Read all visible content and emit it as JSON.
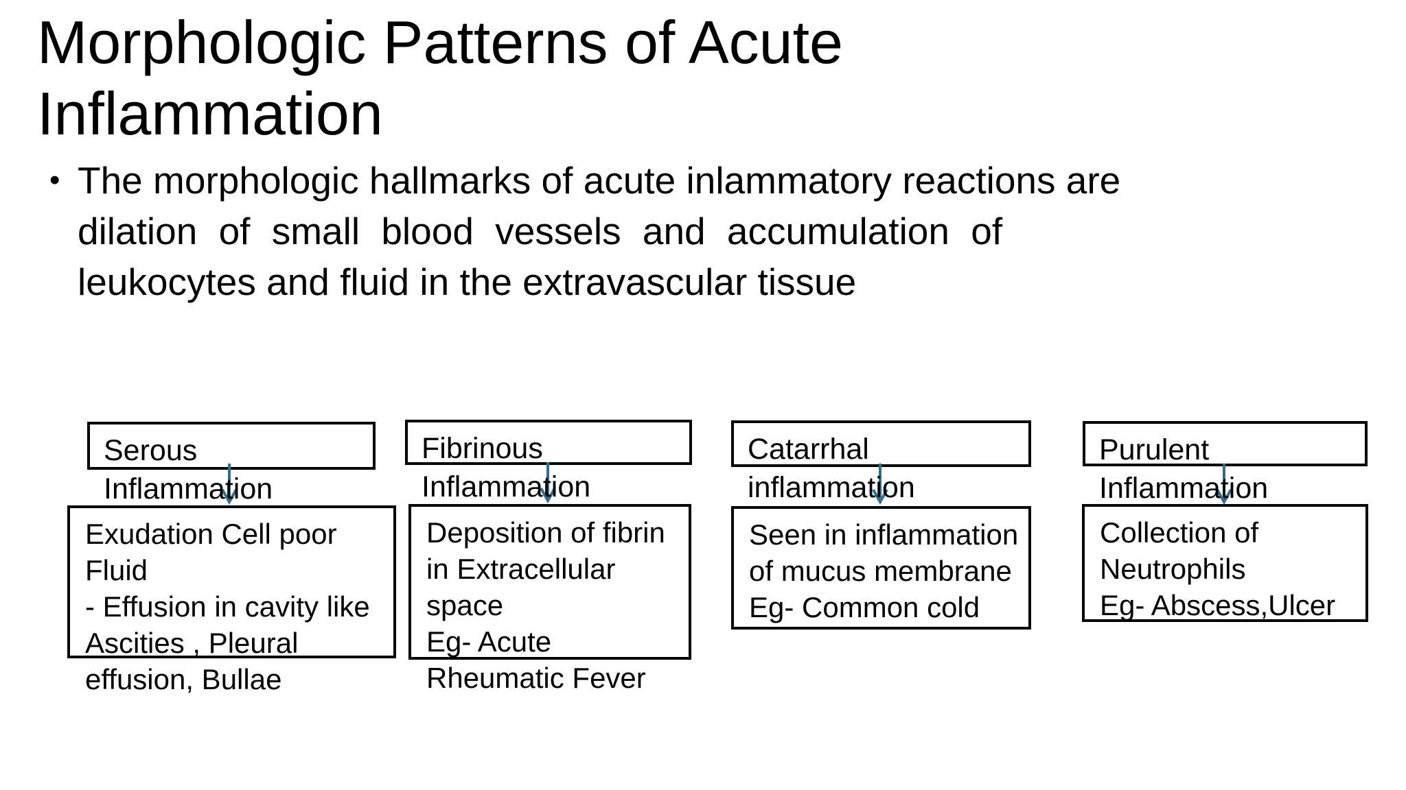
{
  "slide": {
    "title_lines": [
      "Morphologic Patterns of Acute",
      "Inflammation"
    ],
    "bullet": {
      "marker": "•",
      "lines": [
        "The morphologic hallmarks of acute inlammatory reactions are",
        "dilation of small blood vessels and accumulation of",
        "leukocytes and fluid in the extravascular tissue"
      ]
    },
    "columns": [
      {
        "header": "Serous Inflammation",
        "body": "Exudation Cell poor\nFluid\n- Effusion in cavity like\nAscities , Pleural\neffusion, Bullae"
      },
      {
        "header": "Fibrinous Inflammation",
        "body": "Deposition of fibrin\nin Extracellular\nspace\nEg- Acute\nRheumatic Fever"
      },
      {
        "header": "Catarrhal inflammation",
        "body": "Seen in inflammation\nof mucus membrane\nEg- Common cold"
      },
      {
        "header": "Purulent Inflammation",
        "body": "Collection of\nNeutrophils\nEg- Abscess,Ulcer"
      }
    ],
    "colors": {
      "arrow": "#2d7094",
      "border": "#000000",
      "text": "#000000",
      "background": "#ffffff"
    }
  }
}
